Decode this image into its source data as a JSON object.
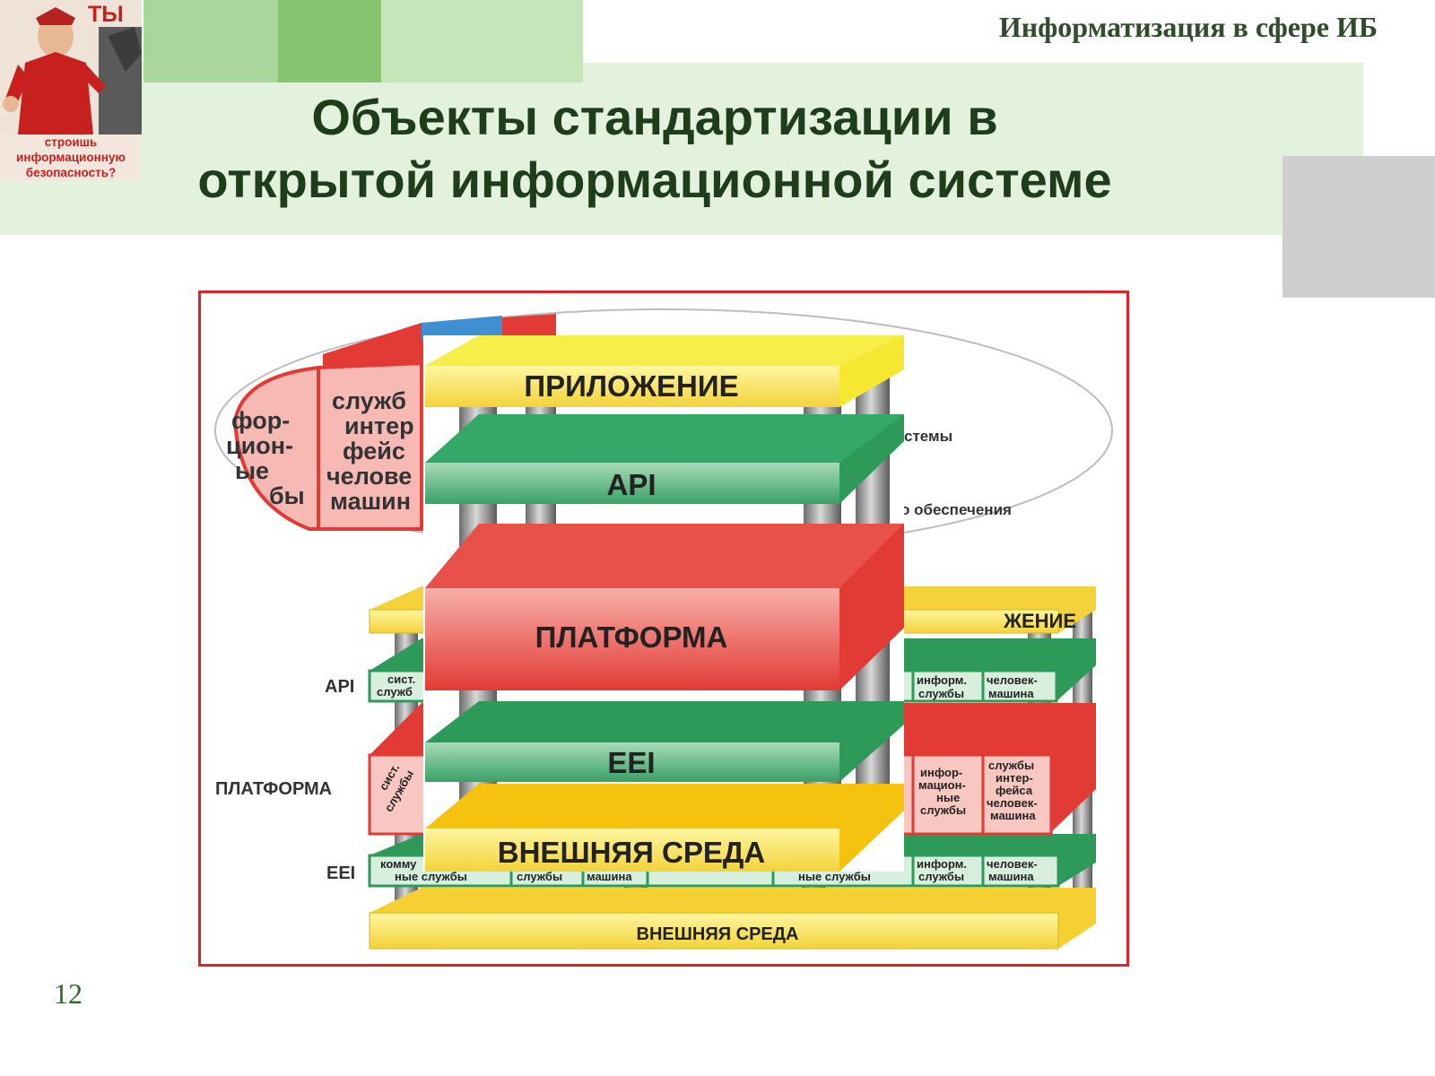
{
  "header": {
    "section_title": "Информатизация в сфере ИБ"
  },
  "slide": {
    "title_line1": "Объекты стандартизации в",
    "title_line2": "открытой информационной системе",
    "page_number": "12"
  },
  "poster": {
    "headline": "ТЫ",
    "caption_line1": "строишь",
    "caption_line2": "информационную",
    "caption_line3": "безопасность?"
  },
  "diagram": {
    "front_stack": {
      "application": "ПРИЛОЖЕНИЕ",
      "api": "API",
      "platform": "ПЛАТФОРМА",
      "eei": "EEI",
      "external_environment": "ВНЕШНЯЯ СРЕДА"
    },
    "back_stack": {
      "application_partial": "ЖЕНИЕ",
      "api_label": "API",
      "platform_label": "ПЛАТФОРМА",
      "eei_label": "EEI",
      "external_environment": "ВНЕШНЯЯ СРЕДА",
      "api_left_cell_1": "сист.",
      "api_left_cell_2": "служб",
      "api_right_cell_1a": "информ.",
      "api_right_cell_1b": "службы",
      "api_right_cell_2a": "человек-",
      "api_right_cell_2b": "машина",
      "platform_left_cell_1": "сист.",
      "platform_left_cell_2": "службы",
      "platform_right_cell_1": [
        "инфор-",
        "мацион-",
        "ные",
        "службы"
      ],
      "platform_right_cell_2": [
        "службы",
        "интер-",
        "фейса",
        "человек-",
        "машина"
      ],
      "eei_cell_1a": "комму",
      "eei_cell_1b": "ные службы",
      "eei_cell_2": "службы",
      "eei_cell_3": "машина",
      "eei_cell_4": "ные службы",
      "eei_cell_5a": "информ.",
      "eei_cell_5b": "службы",
      "eei_cell_6a": "человек-",
      "eei_cell_6b": "машина"
    },
    "ellipse": {
      "left_cell_1": [
        "фор-",
        "цион-",
        "ые",
        "бы"
      ],
      "left_cell_2": [
        "служб",
        "интер",
        "фейс",
        "челове",
        "машин"
      ],
      "right_text_1": "стемы",
      "right_text_2": "о обеспечения"
    }
  },
  "colors": {
    "title_green": "#1f3d1c",
    "frame_red": "#e2202a",
    "yellow": "#f6e14a",
    "green": "#2e9a5a",
    "red": "#e23a35"
  }
}
